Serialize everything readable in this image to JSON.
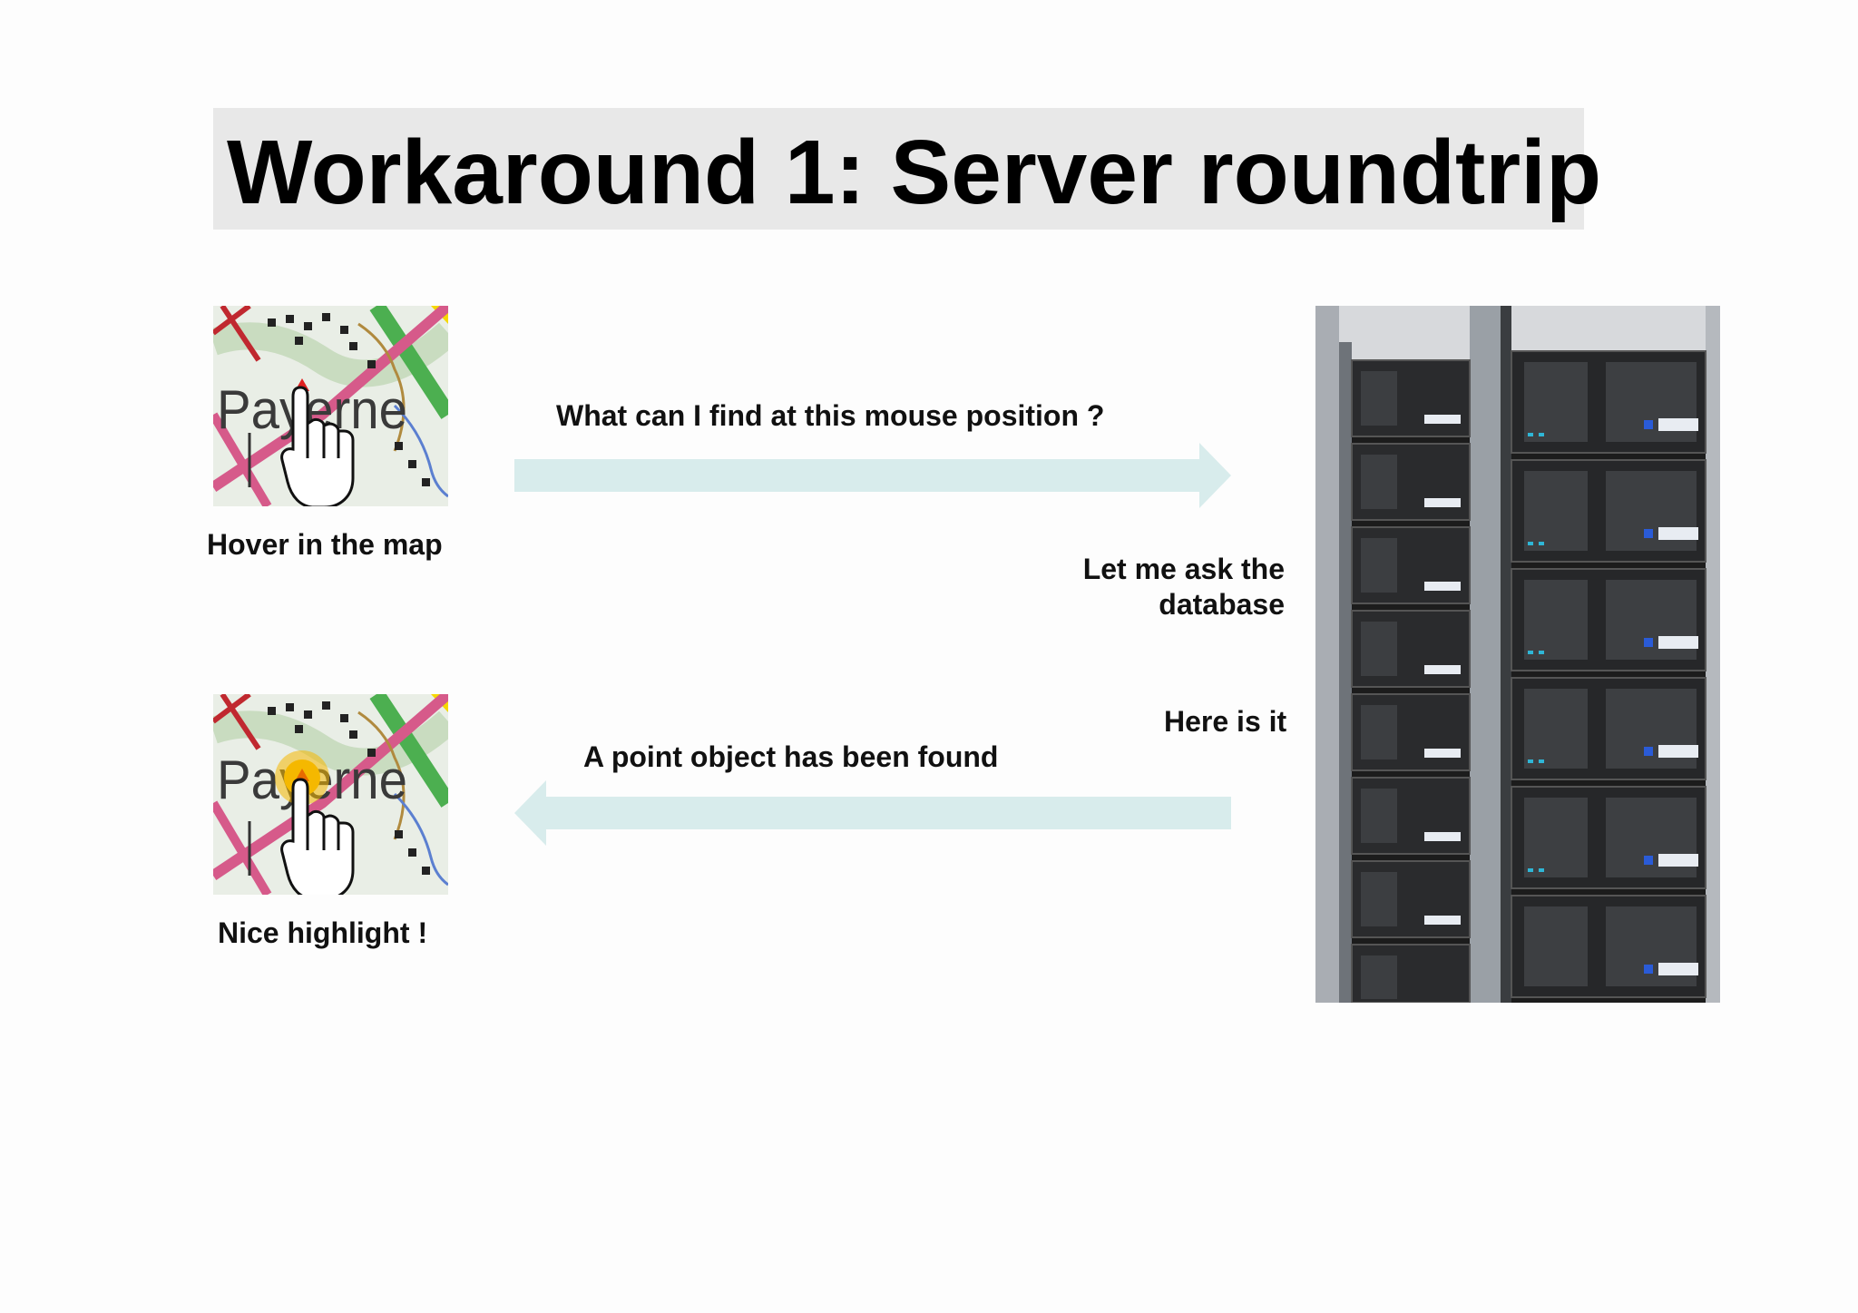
{
  "slide": {
    "title": "Workaround 1: Server roundtrip"
  },
  "client": {
    "hover_caption": "Hover in the map",
    "highlight_caption": "Nice highlight !",
    "map_label": "Payerne"
  },
  "messages": {
    "request": "What can I find at this mouse position ?",
    "response": "A point object has been found",
    "server_thinking_line1": "Let me ask the",
    "server_thinking_line2": "database",
    "server_reply": "Here is it"
  },
  "colors": {
    "title_background": "#e8e8e8",
    "arrow_fill": "#d8ecec",
    "highlight_marker": "#f5b800",
    "cursor_marker": "#e02020"
  },
  "icons": {
    "cursor": "hand-pointer-icon",
    "server": "server-rack-icon"
  }
}
